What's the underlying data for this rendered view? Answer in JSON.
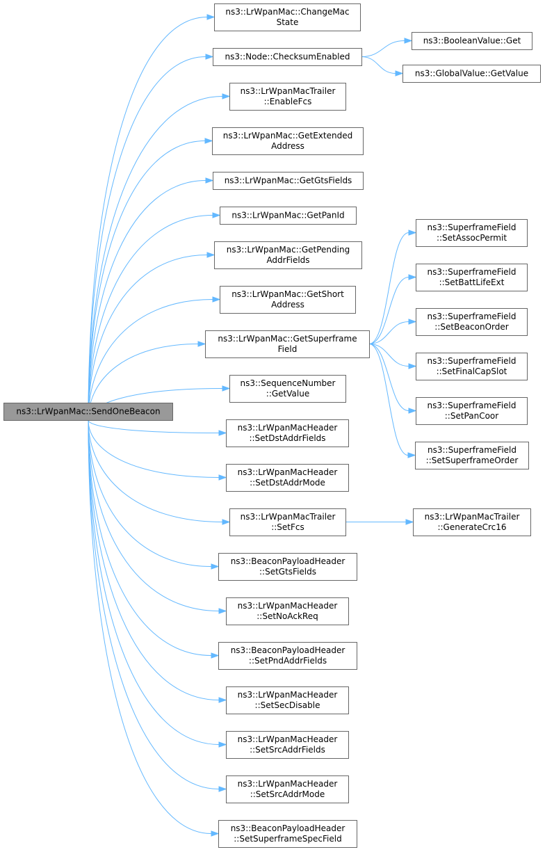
{
  "colors": {
    "edge": "#63b8ff",
    "node_border": "#666666",
    "root_fill": "#999999",
    "node_fill": "#ffffff"
  },
  "nodes": {
    "root": [
      "ns3::LrWpanMac::SendOneBeacon"
    ],
    "changeMacState": [
      "ns3::LrWpanMac::ChangeMac",
      "State"
    ],
    "checksumEnabled": [
      "ns3::Node::ChecksumEnabled"
    ],
    "booleanGet": [
      "ns3::BooleanValue::Get"
    ],
    "globalGetValue": [
      "ns3::GlobalValue::GetValue"
    ],
    "enableFcs": [
      "ns3::LrWpanMacTrailer",
      "::EnableFcs"
    ],
    "getExtendedAddress": [
      "ns3::LrWpanMac::GetExtended",
      "Address"
    ],
    "getGtsFields": [
      "ns3::LrWpanMac::GetGtsFields"
    ],
    "getPanId": [
      "ns3::LrWpanMac::GetPanId"
    ],
    "getPendingAddrFields": [
      "ns3::LrWpanMac::GetPending",
      "AddrFields"
    ],
    "getShortAddress": [
      "ns3::LrWpanMac::GetShort",
      "Address"
    ],
    "getSuperframeField": [
      "ns3::LrWpanMac::GetSuperframe",
      "Field"
    ],
    "setAssocPermit": [
      "ns3::SuperframeField",
      "::SetAssocPermit"
    ],
    "setBattLifeExt": [
      "ns3::SuperframeField",
      "::SetBattLifeExt"
    ],
    "setBeaconOrder": [
      "ns3::SuperframeField",
      "::SetBeaconOrder"
    ],
    "setFinalCapSlot": [
      "ns3::SuperframeField",
      "::SetFinalCapSlot"
    ],
    "setPanCoor": [
      "ns3::SuperframeField",
      "::SetPanCoor"
    ],
    "setSuperframeOrder": [
      "ns3::SuperframeField",
      "::SetSuperframeOrder"
    ],
    "seqGetValue": [
      "ns3::SequenceNumber",
      "::GetValue"
    ],
    "setDstAddrFields": [
      "ns3::LrWpanMacHeader",
      "::SetDstAddrFields"
    ],
    "setDstAddrMode": [
      "ns3::LrWpanMacHeader",
      "::SetDstAddrMode"
    ],
    "setFcs": [
      "ns3::LrWpanMacTrailer",
      "::SetFcs"
    ],
    "generateCrc16": [
      "ns3::LrWpanMacTrailer",
      "::GenerateCrc16"
    ],
    "bphSetGtsFields": [
      "ns3::BeaconPayloadHeader",
      "::SetGtsFields"
    ],
    "setNoAckReq": [
      "ns3::LrWpanMacHeader",
      "::SetNoAckReq"
    ],
    "setPndAddrFields": [
      "ns3::BeaconPayloadHeader",
      "::SetPndAddrFields"
    ],
    "setSecDisable": [
      "ns3::LrWpanMacHeader",
      "::SetSecDisable"
    ],
    "setSrcAddrFields": [
      "ns3::LrWpanMacHeader",
      "::SetSrcAddrFields"
    ],
    "setSrcAddrMode": [
      "ns3::LrWpanMacHeader",
      "::SetSrcAddrMode"
    ],
    "setSuperframeSpecField": [
      "ns3::BeaconPayloadHeader",
      "::SetSuperframeSpecField"
    ]
  },
  "edges": [
    [
      "root",
      "changeMacState"
    ],
    [
      "root",
      "checksumEnabled"
    ],
    [
      "root",
      "enableFcs"
    ],
    [
      "root",
      "getExtendedAddress"
    ],
    [
      "root",
      "getGtsFields"
    ],
    [
      "root",
      "getPanId"
    ],
    [
      "root",
      "getPendingAddrFields"
    ],
    [
      "root",
      "getShortAddress"
    ],
    [
      "root",
      "getSuperframeField"
    ],
    [
      "root",
      "seqGetValue"
    ],
    [
      "root",
      "setDstAddrFields"
    ],
    [
      "root",
      "setDstAddrMode"
    ],
    [
      "root",
      "setFcs"
    ],
    [
      "root",
      "bphSetGtsFields"
    ],
    [
      "root",
      "setNoAckReq"
    ],
    [
      "root",
      "setPndAddrFields"
    ],
    [
      "root",
      "setSecDisable"
    ],
    [
      "root",
      "setSrcAddrFields"
    ],
    [
      "root",
      "setSrcAddrMode"
    ],
    [
      "root",
      "setSuperframeSpecField"
    ],
    [
      "checksumEnabled",
      "booleanGet"
    ],
    [
      "checksumEnabled",
      "globalGetValue"
    ],
    [
      "getSuperframeField",
      "setAssocPermit"
    ],
    [
      "getSuperframeField",
      "setBattLifeExt"
    ],
    [
      "getSuperframeField",
      "setBeaconOrder"
    ],
    [
      "getSuperframeField",
      "setFinalCapSlot"
    ],
    [
      "getSuperframeField",
      "setPanCoor"
    ],
    [
      "getSuperframeField",
      "setSuperframeOrder"
    ],
    [
      "setFcs",
      "generateCrc16"
    ]
  ]
}
